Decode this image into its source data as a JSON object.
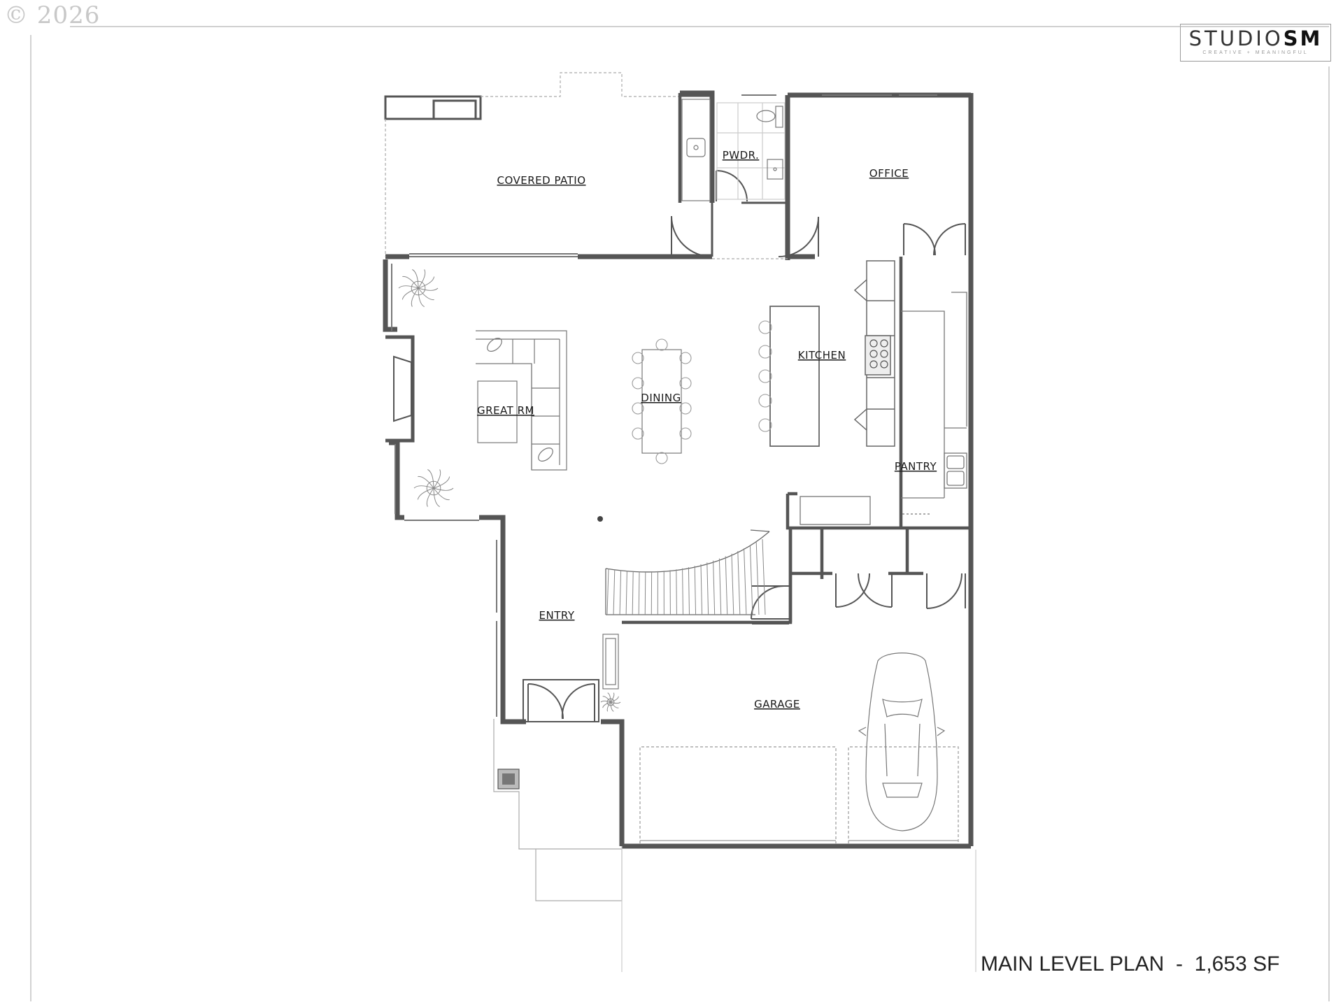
{
  "copyright": "© 2026",
  "logo": {
    "part1": "STUDIO",
    "part2": "SM",
    "tagline": "CREATIVE + MEANINGFUL"
  },
  "plan_title": "MAIN LEVEL PLAN  -  1,653 SF",
  "rooms": {
    "covered_patio": "COVERED PATIO",
    "powder": "PWDR.",
    "office": "OFFICE",
    "kitchen": "KITCHEN",
    "dining": "DINING",
    "great_room": "GREAT RM",
    "pantry": "PANTRY",
    "entry": "ENTRY",
    "garage": "GARAGE"
  },
  "colors": {
    "wall": "#555555",
    "wall_fill": "#7a7a7a",
    "line": "#888888",
    "faint": "#bdbdbd"
  }
}
